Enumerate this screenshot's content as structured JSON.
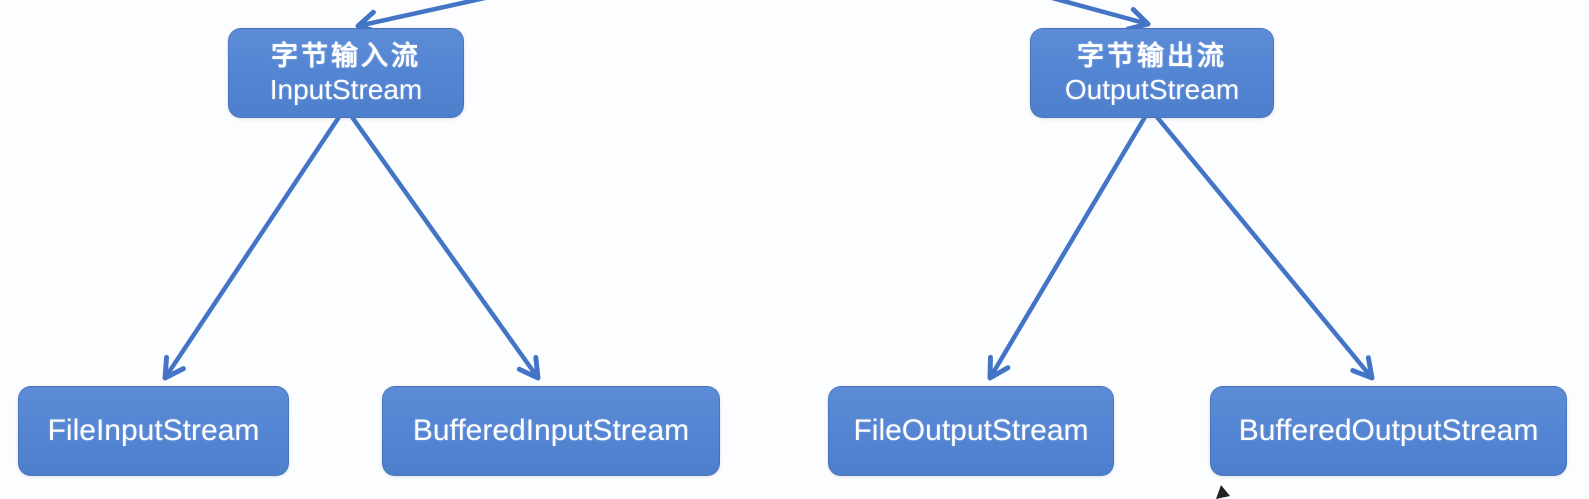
{
  "diagram": {
    "title": "byte-stream class hierarchy",
    "colors": {
      "node_fill": "#5384d2",
      "node_text": "#ffffff",
      "arrow": "#4374c6",
      "background": "#fcfdfe",
      "cursor": "#222222"
    },
    "nodes": {
      "input_stream": {
        "zh": "字节输入流",
        "en": "InputStream"
      },
      "output_stream": {
        "zh": "字节输出流",
        "en": "OutputStream"
      },
      "file_input_stream": {
        "en": "FileInputStream"
      },
      "buffered_input_stream": {
        "en": "BufferedInputStream"
      },
      "file_output_stream": {
        "en": "FileOutputStream"
      },
      "buffered_output_stream": {
        "en": "BufferedOutputStream"
      }
    },
    "edges": [
      {
        "from": "offscreen-parent",
        "to": "input_stream"
      },
      {
        "from": "offscreen-parent",
        "to": "output_stream"
      },
      {
        "from": "input_stream",
        "to": "file_input_stream"
      },
      {
        "from": "input_stream",
        "to": "buffered_input_stream"
      },
      {
        "from": "output_stream",
        "to": "file_output_stream"
      },
      {
        "from": "output_stream",
        "to": "buffered_output_stream"
      }
    ],
    "icons": {
      "arrowhead": "open-v-arrowhead-icon",
      "cursor": "mouse-cursor-icon"
    }
  }
}
